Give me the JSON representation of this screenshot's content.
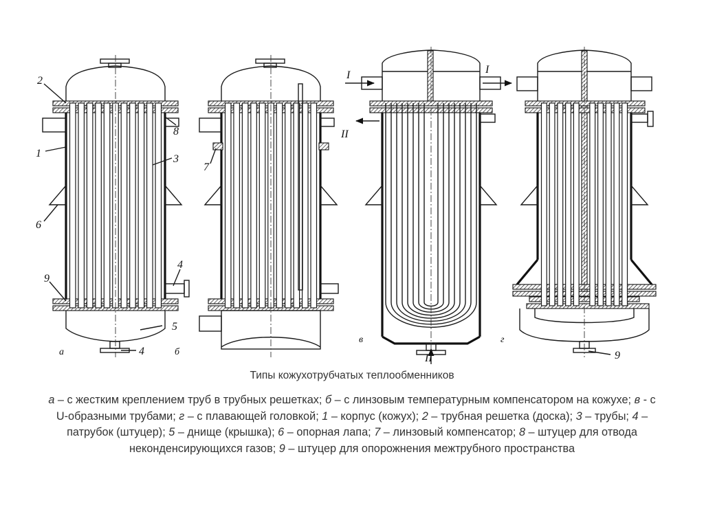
{
  "figure_title": "Типы кожухотрубчатых теплообменников",
  "variant_labels": {
    "a": "а",
    "b": "б",
    "v": "в",
    "g": "г"
  },
  "part_numbers": [
    "2",
    "8",
    "1",
    "3",
    "7",
    "6",
    "9",
    "4",
    "5",
    "4",
    "9"
  ],
  "flow_labels": {
    "inlet_I": "I",
    "outlet_I": "I",
    "outlet_II": "II",
    "inlet_II": "II"
  },
  "legend_items": [
    {
      "key": "а",
      "text": " – с жестким креплением труб в трубных решетках; "
    },
    {
      "key": "б",
      "text": " – с линзовым температурным компенсатором на кожухе; "
    },
    {
      "key": "в",
      "text": " - с U-образными трубами; "
    },
    {
      "key": "г",
      "text": " – с плавающей головкой; "
    },
    {
      "key": "1",
      "text": " – корпус (кожух); "
    },
    {
      "key": "2",
      "text": " – трубная решетка (доска); "
    },
    {
      "key": "3",
      "text": " – трубы; "
    },
    {
      "key": "4",
      "text": " – патрубок (штуцер); "
    },
    {
      "key": "5",
      "text": " – днище (крышка); "
    },
    {
      "key": "6",
      "text": " – опорная лапа; "
    },
    {
      "key": "7",
      "text": " – линзовый компенсатор; "
    },
    {
      "key": "8",
      "text": " – штуцер для отвода неконденсирующихся газов; "
    },
    {
      "key": "9",
      "text": " – штуцер для опорожнения межтрубного пространства"
    }
  ]
}
